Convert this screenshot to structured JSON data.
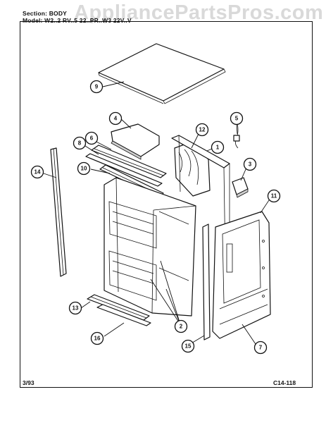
{
  "header": {
    "section_line": "Section: BODY",
    "model_line": "Model: W2..2 RV..5 22..PR..W3 22V..V"
  },
  "watermark": "AppliancePartsPros.com",
  "footer": {
    "date": "3/93",
    "code": "C14-118"
  },
  "callouts": [
    {
      "id": "c9",
      "label": "9"
    },
    {
      "id": "c4",
      "label": "4"
    },
    {
      "id": "c5",
      "label": "5"
    },
    {
      "id": "c12",
      "label": "12"
    },
    {
      "id": "c6",
      "label": "6"
    },
    {
      "id": "c8",
      "label": "8"
    },
    {
      "id": "c1",
      "label": "1"
    },
    {
      "id": "c10",
      "label": "10"
    },
    {
      "id": "c3",
      "label": "3"
    },
    {
      "id": "c14",
      "label": "14"
    },
    {
      "id": "c11",
      "label": "11"
    },
    {
      "id": "c13",
      "label": "13"
    },
    {
      "id": "c2",
      "label": "2"
    },
    {
      "id": "c16",
      "label": "16"
    },
    {
      "id": "c15",
      "label": "15"
    },
    {
      "id": "c7",
      "label": "7"
    }
  ]
}
